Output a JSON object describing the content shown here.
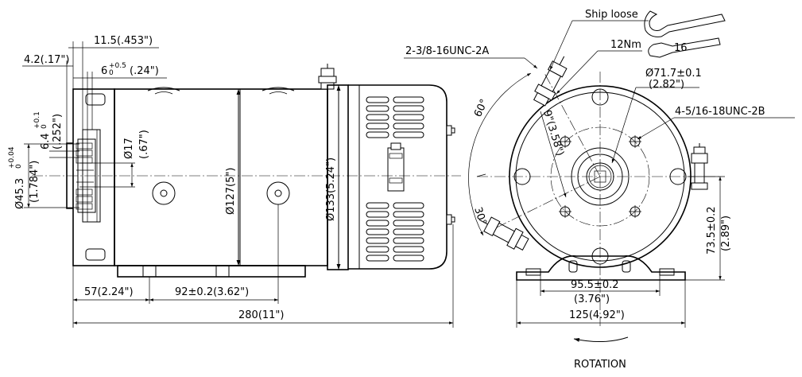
{
  "labels": {
    "ship_loose": "Ship loose",
    "nm12": "12Nm",
    "size16": "16",
    "unc_38": "2-3/8-16UNC-2A",
    "dia_71": "Ø71.7±0.1",
    "dia_71_in": "(2.82\")",
    "unc_516": "4-5/16-18UNC-2B",
    "angle_60": "60°",
    "angle_30": "30°",
    "rad_9": "9\"(3.58\")",
    "dim_115": "11.5(.453\")",
    "dim_42": "4.2(.17\")",
    "dim_6_main": "6",
    "dim_6_tol_up": "+0.5",
    "dim_6_tol_dn": "0",
    "dim_6_in": "(.24\")",
    "dim_64_main": "6.4",
    "dim_64_tol_up": "+0.1",
    "dim_64_tol_dn": "0",
    "dim_64_in": "(.252\")",
    "dim_453_main": "Ø45.3",
    "dim_453_tol_up": "+0.04",
    "dim_453_tol_dn": "0",
    "dim_453_in": "(1.784\")",
    "dia_17": "Ø17",
    "dia_17_in": "(.67\")",
    "dia_127": "Ø127(5\")",
    "dia_133": "Ø133(5.24\")",
    "dim_57": "57(2.24\")",
    "dim_92": "92±0.2(3.62\")",
    "dim_280": "280(11\")",
    "dim_735": "73.5±0.2",
    "dim_735_in": "(2.89\")",
    "dim_955": "95.5±0.2",
    "dim_955_in": "(3.76\")",
    "dim_125": "125(4.92\")",
    "rotation": "ROTATION"
  }
}
